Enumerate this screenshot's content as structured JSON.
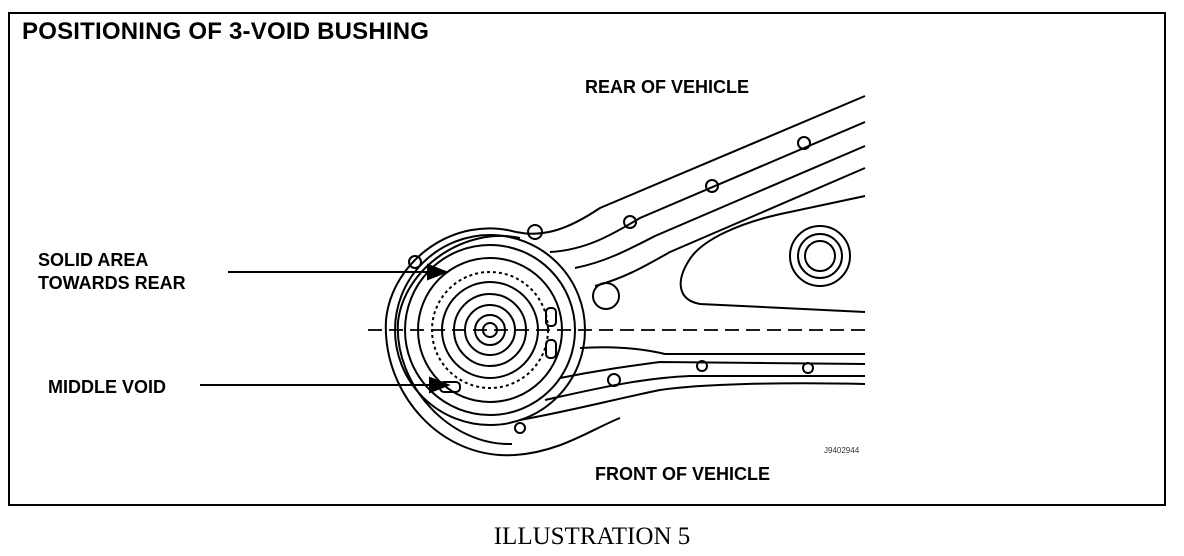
{
  "title": "POSITIONING OF 3-VOID BUSHING",
  "labels": {
    "rear": "REAR OF VEHICLE",
    "front": "FRONT OF VEHICLE",
    "solid_line1": "SOLID AREA",
    "solid_line2": "TOWARDS REAR",
    "middle_void": "MIDDLE VOID"
  },
  "figure_code": "J9402944",
  "caption": "ILLUSTRATION 5"
}
